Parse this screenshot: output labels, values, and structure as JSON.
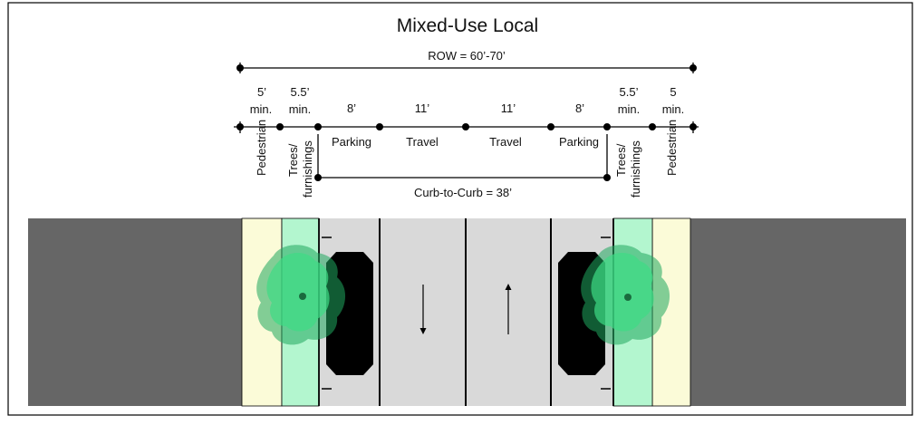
{
  "title": "Mixed-Use Local",
  "row_label": "ROW = 60’-70’",
  "curb_label": "Curb-to-Curb = 38’",
  "segments": [
    {
      "dim1": "5’",
      "dim2": "min.",
      "label": "Pedestrian"
    },
    {
      "dim1": "5.5’",
      "dim2": "min.",
      "label": "Trees/",
      "label2": "furnishings"
    },
    {
      "dim1": "8’",
      "dim2": "",
      "label": "Parking"
    },
    {
      "dim1": "11’",
      "dim2": "",
      "label": "Travel"
    },
    {
      "dim1": "11’",
      "dim2": "",
      "label": "Travel"
    },
    {
      "dim1": "8’",
      "dim2": "",
      "label": "Parking"
    },
    {
      "dim1": "5.5’",
      "dim2": "min.",
      "label": "Trees/",
      "label2": "furnishings"
    },
    {
      "dim1": "5",
      "dim2": "min.",
      "label": "Pedestrian"
    }
  ],
  "colors": {
    "building": "#666666",
    "sidewalk": "#fbfbd8",
    "planting": "#b3f6cf",
    "pavement": "#d9d9d9",
    "tree": "#3ddc84",
    "car": "#000000",
    "line": "#000000"
  }
}
